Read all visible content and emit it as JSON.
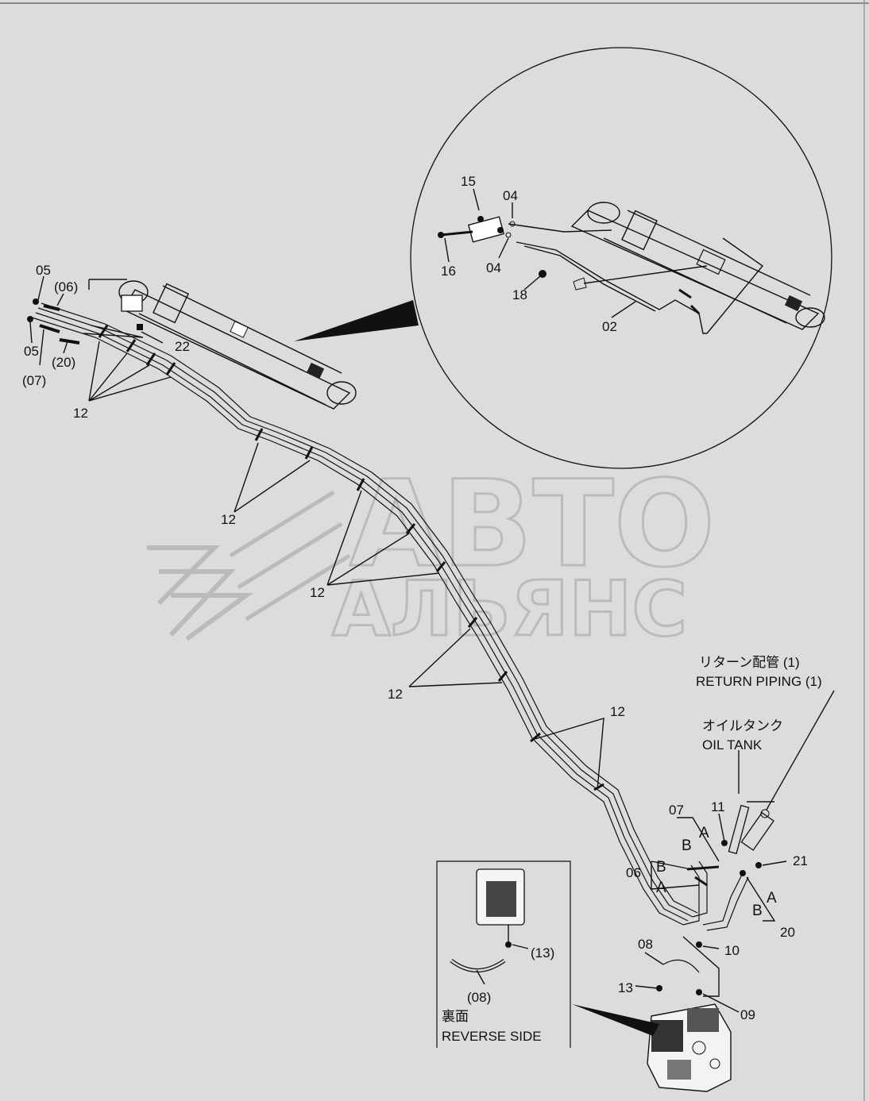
{
  "watermark": {
    "line1": "АВТО",
    "line2": "АЛЬЯНС"
  },
  "part_numbers": {
    "p05_top": "05",
    "p06_paren": "(06)",
    "p05_bottom": "05",
    "p07_paren": "(07)",
    "p20_paren": "(20)",
    "p22": "22",
    "p12_a": "12",
    "p12_b": "12",
    "p12_c": "12",
    "p12_d": "12",
    "p12_e": "12",
    "p15": "15",
    "p04_top": "04",
    "p04_mid": "04",
    "p16": "16",
    "p18": "18",
    "p02": "02",
    "p07": "07",
    "p11": "11",
    "p06": "06",
    "p21": "21",
    "p20": "20",
    "p10": "10",
    "p08": "08",
    "p13": "13",
    "p09": "09",
    "p13_paren": "(13)",
    "p08_paren": "(08)"
  },
  "port_letters": {
    "b_07": "B",
    "a_07": "A",
    "b_06": "B",
    "a_06": "A",
    "b_20": "B",
    "a_20": "A"
  },
  "callouts": {
    "return_piping_jp": "リターン配管 (1)",
    "return_piping_en": "RETURN PIPING (1)",
    "oil_tank_jp": "オイルタンク",
    "oil_tank_en": "OIL TANK",
    "reverse_side_jp": "裏面",
    "reverse_side_en": "REVERSE SIDE"
  }
}
